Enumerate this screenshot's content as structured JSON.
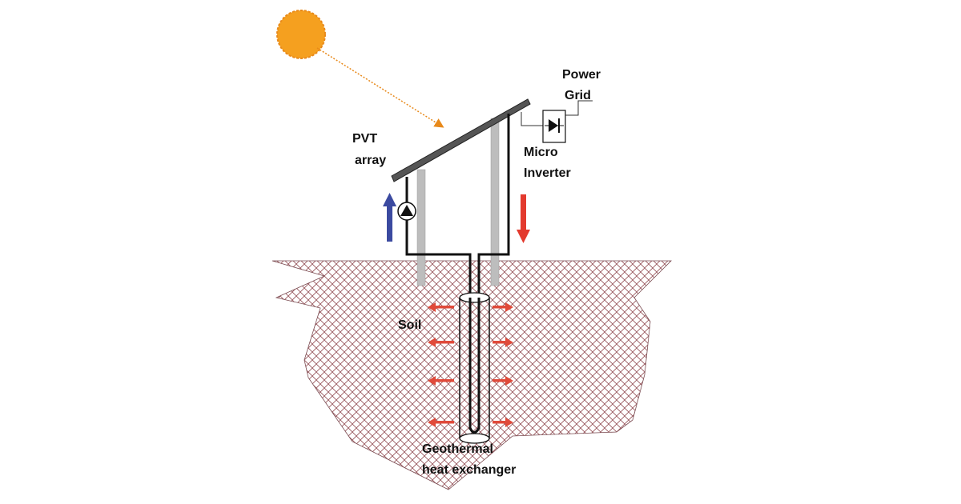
{
  "labels": {
    "pvt_line1": "PVT",
    "pvt_line2": "array",
    "power_line1": "Power",
    "power_line2": "Grid",
    "inverter_line1": "Micro",
    "inverter_line2": "Inverter",
    "soil": "Soil",
    "geo_line1": "Geothermal",
    "geo_line2": "heat exchanger"
  },
  "colors": {
    "sun": "#f5a01f",
    "sun_ray": "#e8891a",
    "cold_flow": "#3b4aa0",
    "hot_flow": "#e33a2e",
    "heat_flow": "#e04a3a",
    "soil_hatch": "#9a5a60",
    "panel": "#555555",
    "support": "#bdbdbd"
  }
}
